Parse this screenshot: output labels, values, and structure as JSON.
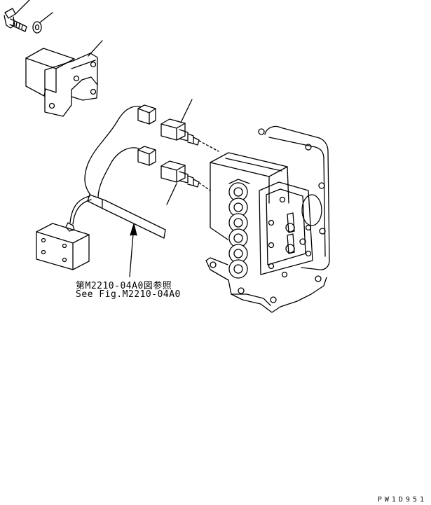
{
  "reference": {
    "japanese": "第M2210-04A0図参照",
    "english": "See Fig.M2210-04A0"
  },
  "drawing_code": "PW1D951"
}
